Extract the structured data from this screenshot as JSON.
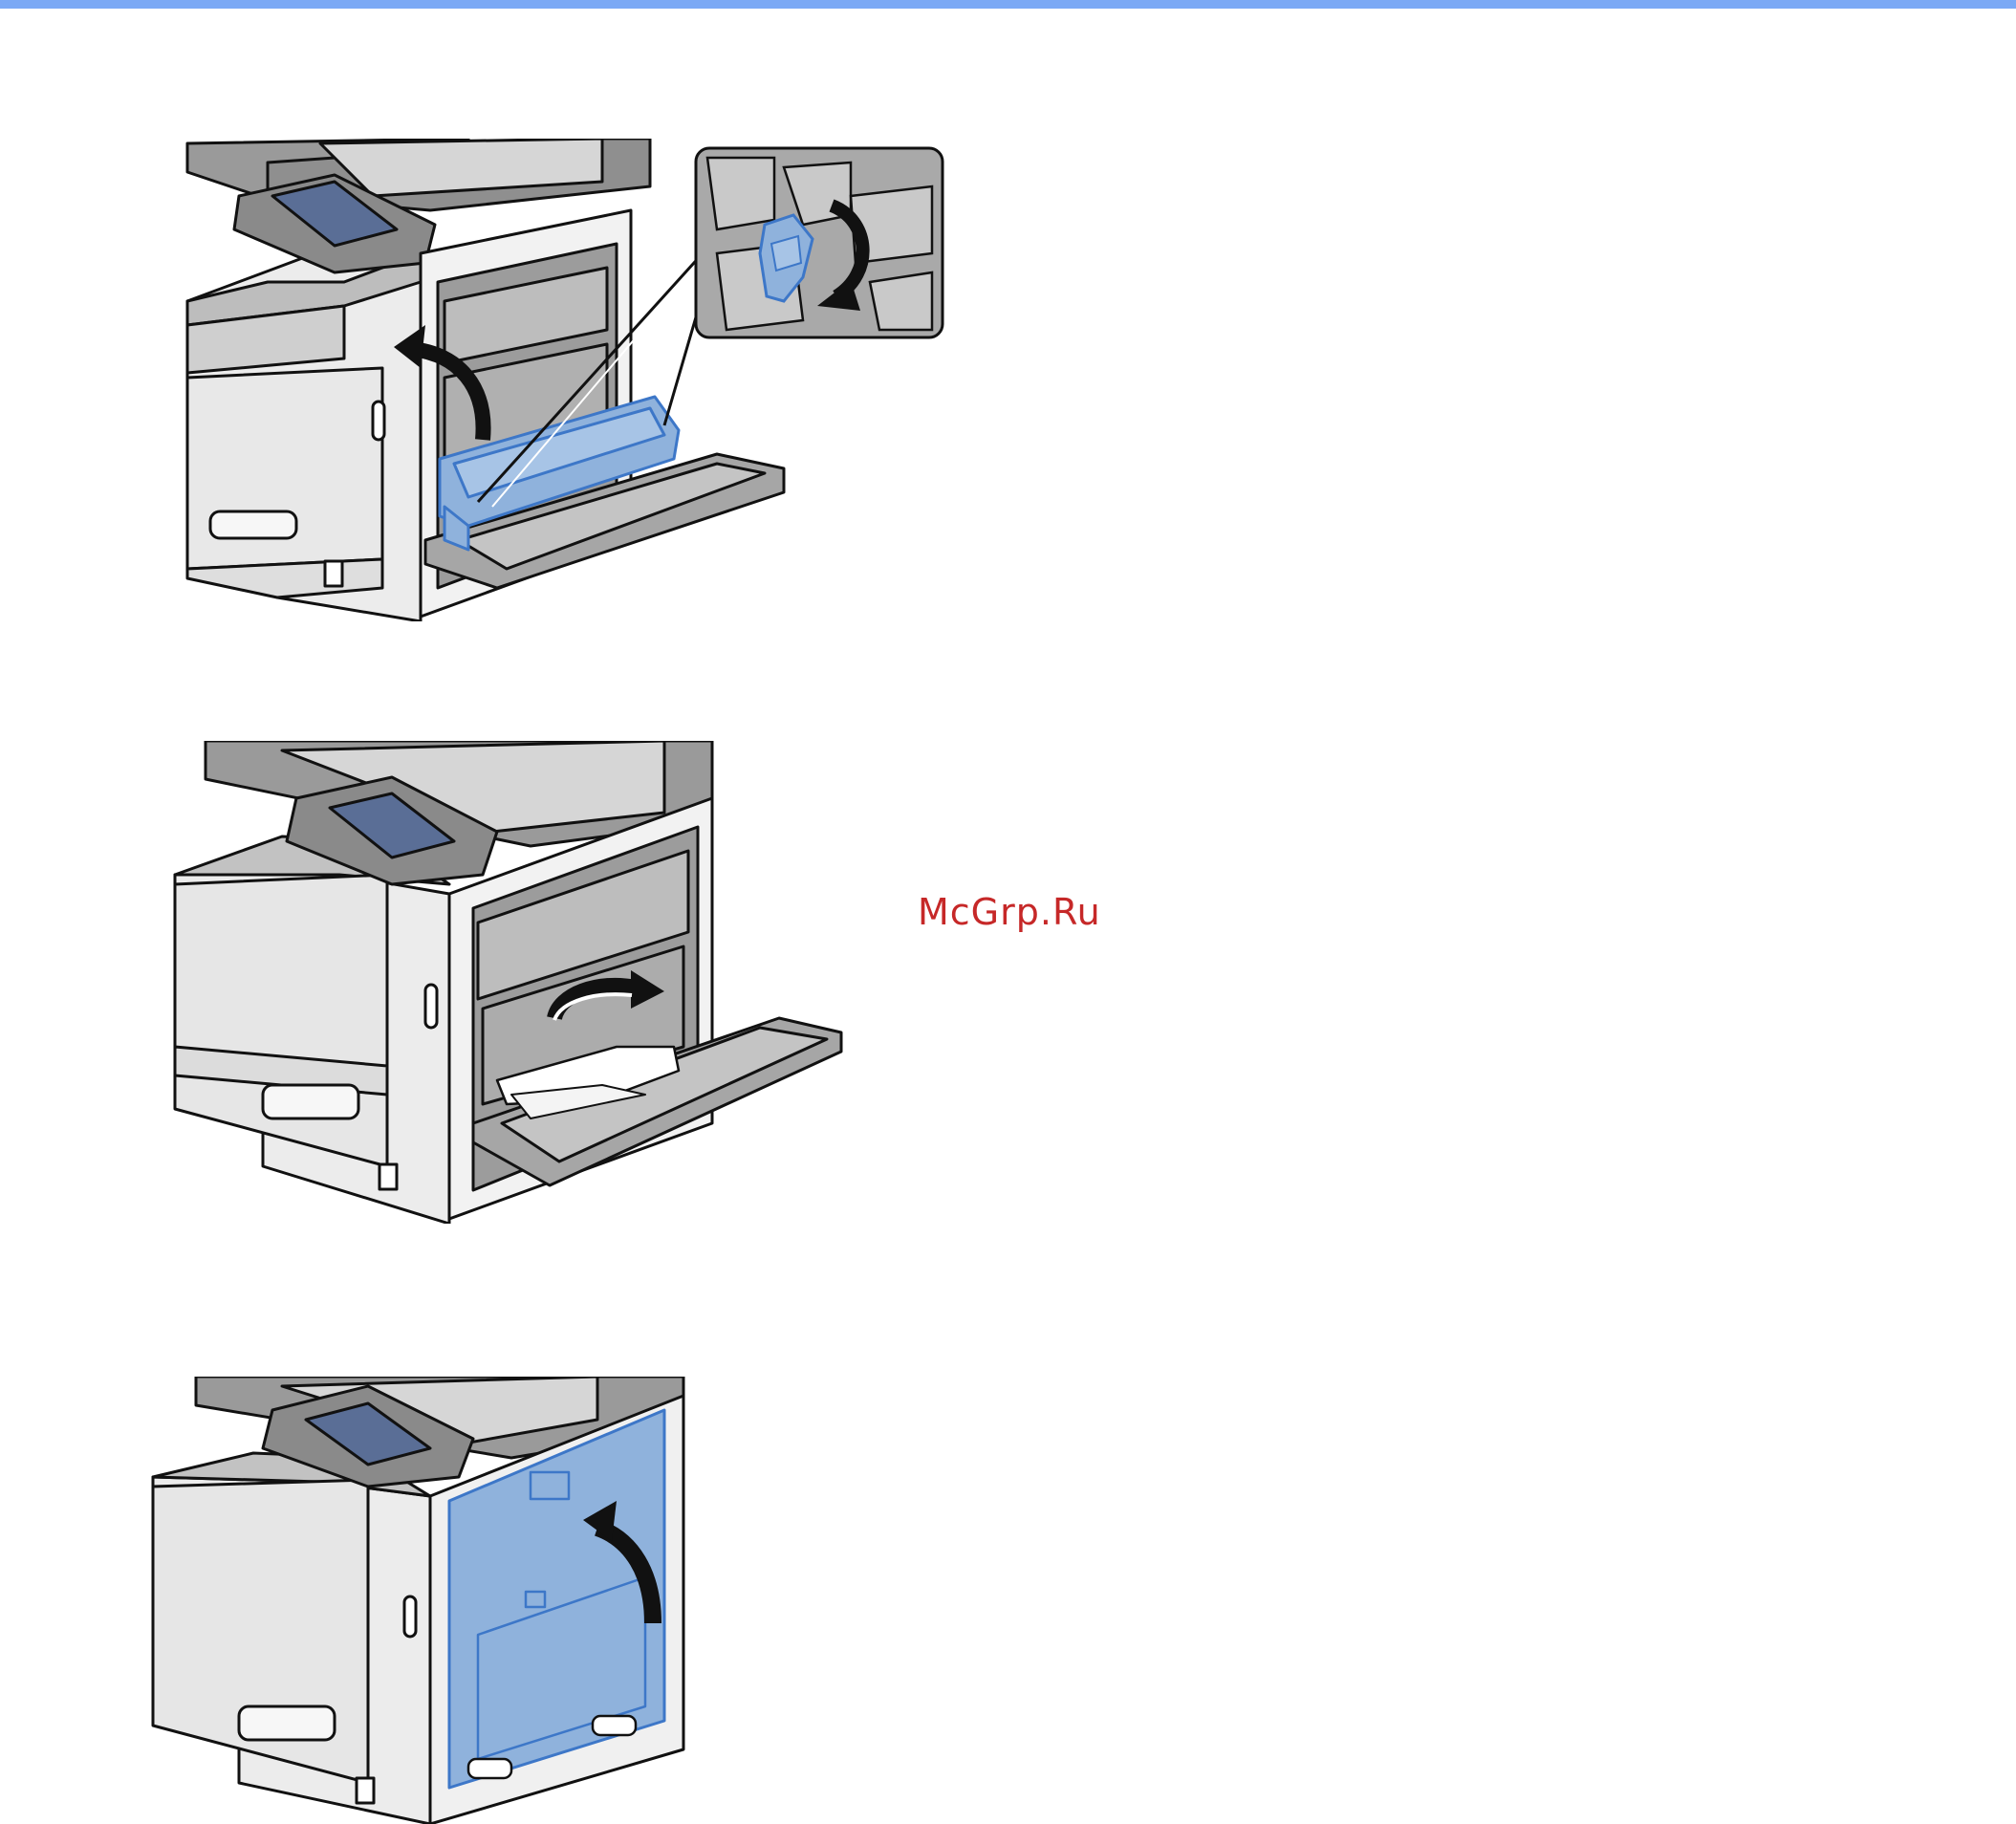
{
  "page": {
    "rule_color": "#7ba9f5",
    "watermark": "McGrp.Ru",
    "watermark_color": "#c62828"
  },
  "colors": {
    "outline": "#111111",
    "body_light": "#ececec",
    "body_mid": "#d3d3d3",
    "body_dark": "#8f8f8f",
    "highlight_blue": "#8fb2dc",
    "highlight_blue_dark": "#3d77c8",
    "screen": "#5a6e96",
    "arrow": "#111111"
  },
  "figures": [
    {
      "name": "fuser-unit-close",
      "icon": "printer-fuser-cover-icon",
      "callout_icon": "lever-rotate-icon"
    },
    {
      "name": "remove-jammed-paper",
      "icon": "printer-paper-jam-icon"
    },
    {
      "name": "close-right-cover",
      "icon": "printer-right-cover-close-icon"
    }
  ]
}
